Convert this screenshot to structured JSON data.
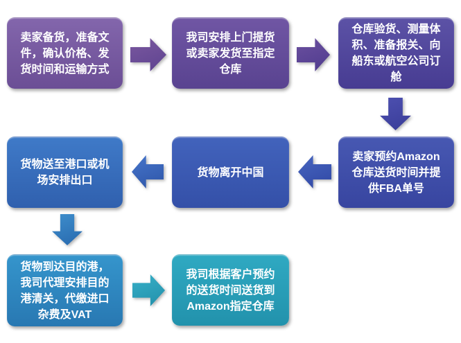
{
  "page": {
    "background": "#ffffff"
  },
  "diagram": {
    "type": "flowchart",
    "flow_order": [
      "step-1",
      "step-2",
      "step-3",
      "step-4",
      "step-5",
      "step-6",
      "step-7",
      "step-8"
    ],
    "text_color": "#ffffff",
    "nodes": [
      {
        "id": "step-1",
        "text": "卖家备货，准备文件，确认价格、发货时间和运输方式",
        "color_top": "#8366AC",
        "color_bottom": "#6B4E95"
      },
      {
        "id": "step-2",
        "text": "我司安排上门提货或卖家发货至指定仓库",
        "color_top": "#7056A4",
        "color_bottom": "#594390"
      },
      {
        "id": "step-3",
        "text": "仓库验货、测量体积、准备报关、向船东或航空公司订舱",
        "color_top": "#5C52A6",
        "color_bottom": "#473C92"
      },
      {
        "id": "step-4",
        "text": "卖家预约Amazon仓库送货时间并提供FBA单号",
        "color_top": "#4758B2",
        "color_bottom": "#3845A0"
      },
      {
        "id": "step-5",
        "text": "货物离开中国",
        "color_top": "#4263BC",
        "color_bottom": "#3450A8"
      },
      {
        "id": "step-6",
        "text": "货物送至港口或机场安排出口",
        "color_top": "#3F7AC8",
        "color_bottom": "#3060AE"
      },
      {
        "id": "step-7",
        "text": "货物到达目的港，我司代理安排目的港清关，代缴进口杂费及VAT",
        "color_top": "#3595CC",
        "color_bottom": "#2878B2"
      },
      {
        "id": "step-8",
        "text": "我司根据客户预约的送货时间送货到Amazon指定仓库",
        "color_top": "#2FA9C2",
        "color_bottom": "#2292AC"
      }
    ],
    "arrows": [
      {
        "from": "step-1",
        "to": "step-2",
        "direction": "right",
        "color_light": "#7A589F",
        "color_dark": "#5E4390"
      },
      {
        "from": "step-2",
        "to": "step-3",
        "direction": "right",
        "color_light": "#6B509F",
        "color_dark": "#4F3B8E"
      },
      {
        "from": "step-3",
        "to": "step-4",
        "direction": "down",
        "color_light": "#4D50B0",
        "color_dark": "#393C98"
      },
      {
        "from": "step-4",
        "to": "step-5",
        "direction": "left",
        "color_light": "#4766C0",
        "color_dark": "#3047A4"
      },
      {
        "from": "step-5",
        "to": "step-6",
        "direction": "left",
        "color_light": "#4675CA",
        "color_dark": "#2E55A8"
      },
      {
        "from": "step-6",
        "to": "step-7",
        "direction": "down",
        "color_light": "#3E8ECC",
        "color_dark": "#2869AE"
      },
      {
        "from": "step-7",
        "to": "step-8",
        "direction": "right",
        "color_light": "#38B0C8",
        "color_dark": "#218FAA"
      }
    ]
  }
}
